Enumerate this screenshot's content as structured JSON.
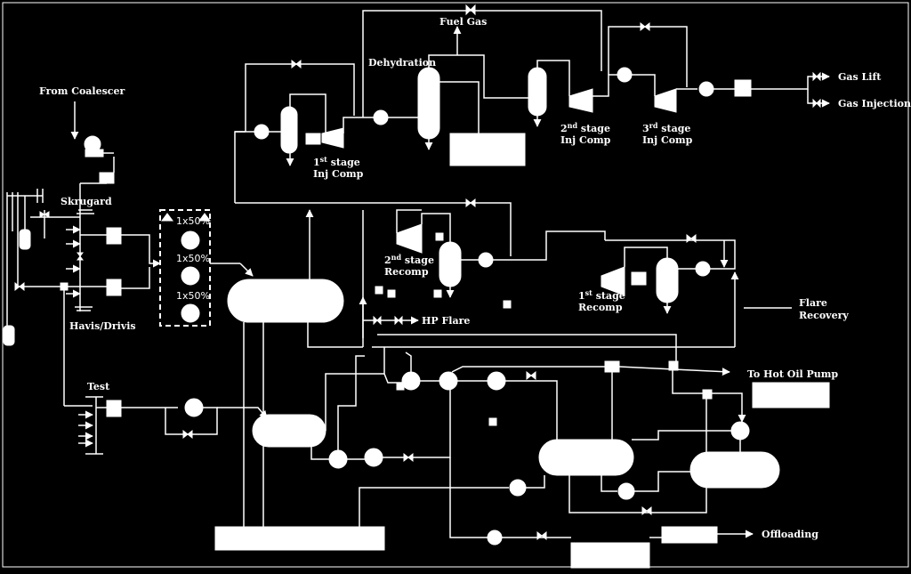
{
  "labels": {
    "from_coalescer": "From Coalescer",
    "skrugard": "Skrugard",
    "havis_drivis": "Havis/Drivis",
    "test": "Test",
    "pump_1": "1x50%",
    "pump_2": "1x50%",
    "pump_3": "1x50%",
    "dehydration": "Dehydration",
    "fuel_gas": "Fuel Gas",
    "gas_lift": "Gas Lift",
    "gas_injection": "Gas Injection",
    "hp_flare": "HP Flare",
    "flare_recovery_line1": "Flare",
    "flare_recovery_line2": "Recovery",
    "to_hot_oil_pump": "To Hot Oil Pump",
    "offloading": "Offloading",
    "comp1_stage_num": "1",
    "comp1_stage_sup": "st",
    "comp1_stage_word": " stage",
    "comp1_name": "Inj Comp",
    "comp2_stage_num": "2",
    "comp2_stage_sup": "nd",
    "comp2_stage_word": " stage",
    "comp2_name": "Inj Comp",
    "comp3_stage_num": "3",
    "comp3_stage_sup": "rd",
    "comp3_stage_word": " stage",
    "comp3_name": "Inj Comp",
    "recomp2_stage_num": "2",
    "recomp2_stage_sup": "nd",
    "recomp2_stage_word": " stage",
    "recomp2_name": "Recomp",
    "recomp1_stage_num": "1",
    "recomp1_stage_sup": "st",
    "recomp1_stage_word": " stage",
    "recomp1_name": "Recomp"
  },
  "colors": {
    "background": "#000000",
    "foreground": "#ffffff"
  }
}
